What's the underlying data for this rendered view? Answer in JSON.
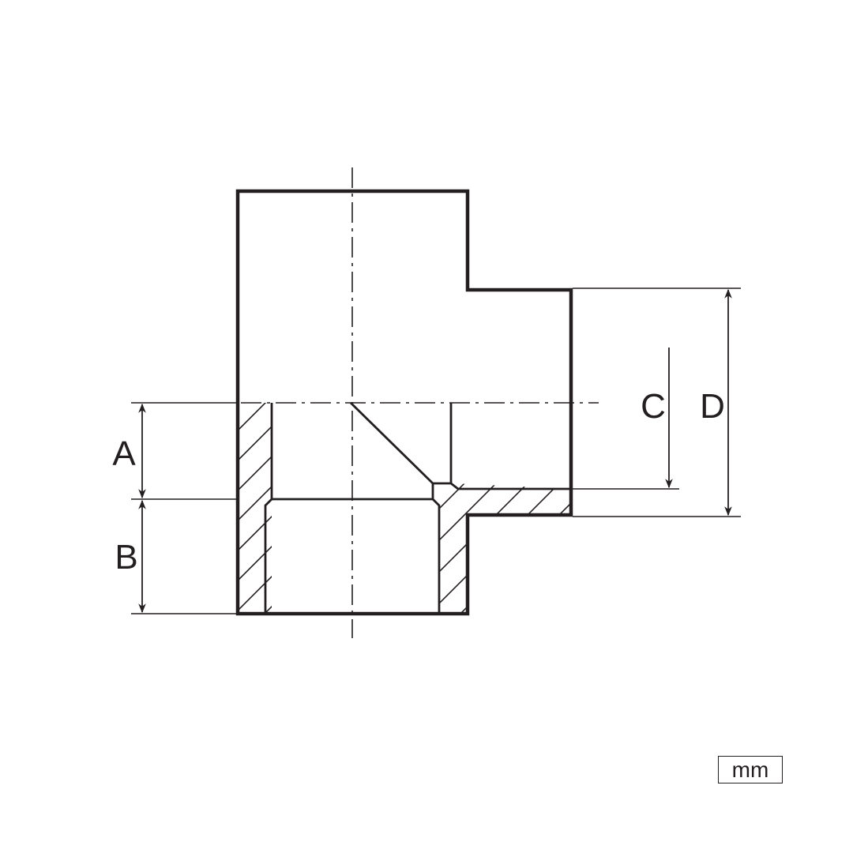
{
  "diagram": {
    "labels": {
      "a": "A",
      "b": "B",
      "c": "C",
      "d": "D"
    },
    "unit": "mm",
    "colors": {
      "line": "#231f20",
      "background": "#ffffff"
    }
  }
}
